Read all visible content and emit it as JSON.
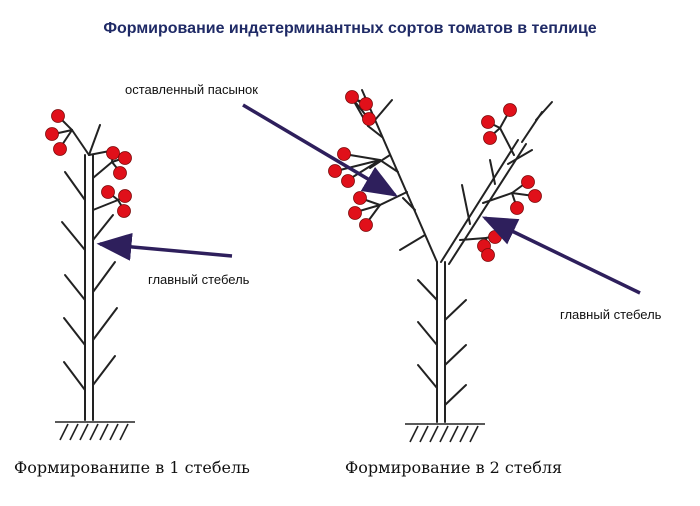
{
  "title": "Формирование индетерминантных сортов томатов в теплице",
  "labels": {
    "main_stem_left": "главный стебель",
    "kept_side_shoot": "оставленный пасынок",
    "main_stem_right": "главный стебель"
  },
  "captions": {
    "one_stem": "Формированипе в 1 стебель",
    "two_stems": "Формирование в 2 стебля"
  },
  "colors": {
    "tomato": "#e0101a",
    "arrow": "#2e1f5c",
    "title": "#1f2a66"
  }
}
